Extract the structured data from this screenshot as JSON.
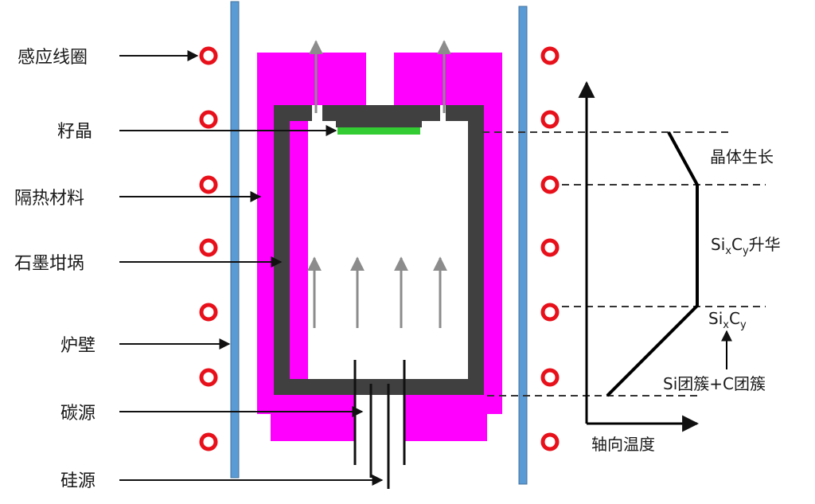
{
  "labels": {
    "induction_coil": "感应线圈",
    "seed_crystal": "籽晶",
    "insulation": "隔热材料",
    "graphite_crucible": "石墨坩埚",
    "furnace_wall": "炉壁",
    "carbon_source": "碳源",
    "silicon_source": "硅源"
  },
  "profile": {
    "crystal_growth": "晶体生长",
    "sublimation": {
      "base1": "Si",
      "sub1": "x",
      "base2": "C",
      "sub2": "y",
      "suffix": "升华"
    },
    "species": {
      "base1": "Si",
      "sub1": "x",
      "base2": "C",
      "sub2": "y"
    },
    "clusters": "Si团簇+C团簇",
    "axis_label": "轴向温度"
  },
  "colors": {
    "insulation": "#ff00ff",
    "crucible": "#404040",
    "wall": "#5b9bd5",
    "seed": "#33cc33",
    "coil": "#e8101a",
    "flow_arrow": "#8c8c8c"
  }
}
